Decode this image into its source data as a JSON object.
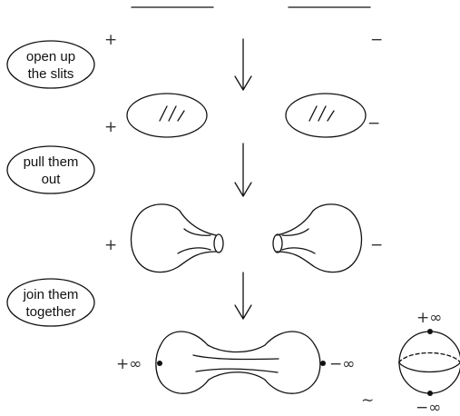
{
  "steps": {
    "step1": {
      "line1": "open up",
      "line2": "the slits"
    },
    "step2": {
      "line1": "pull them",
      "line2": "out"
    },
    "step3": {
      "line1": "join them",
      "line2": "together"
    }
  },
  "signs": {
    "plus": "+",
    "minus": "−",
    "plus_infinity": "+∞",
    "minus_infinity": "−∞",
    "equivalence": "∼"
  }
}
